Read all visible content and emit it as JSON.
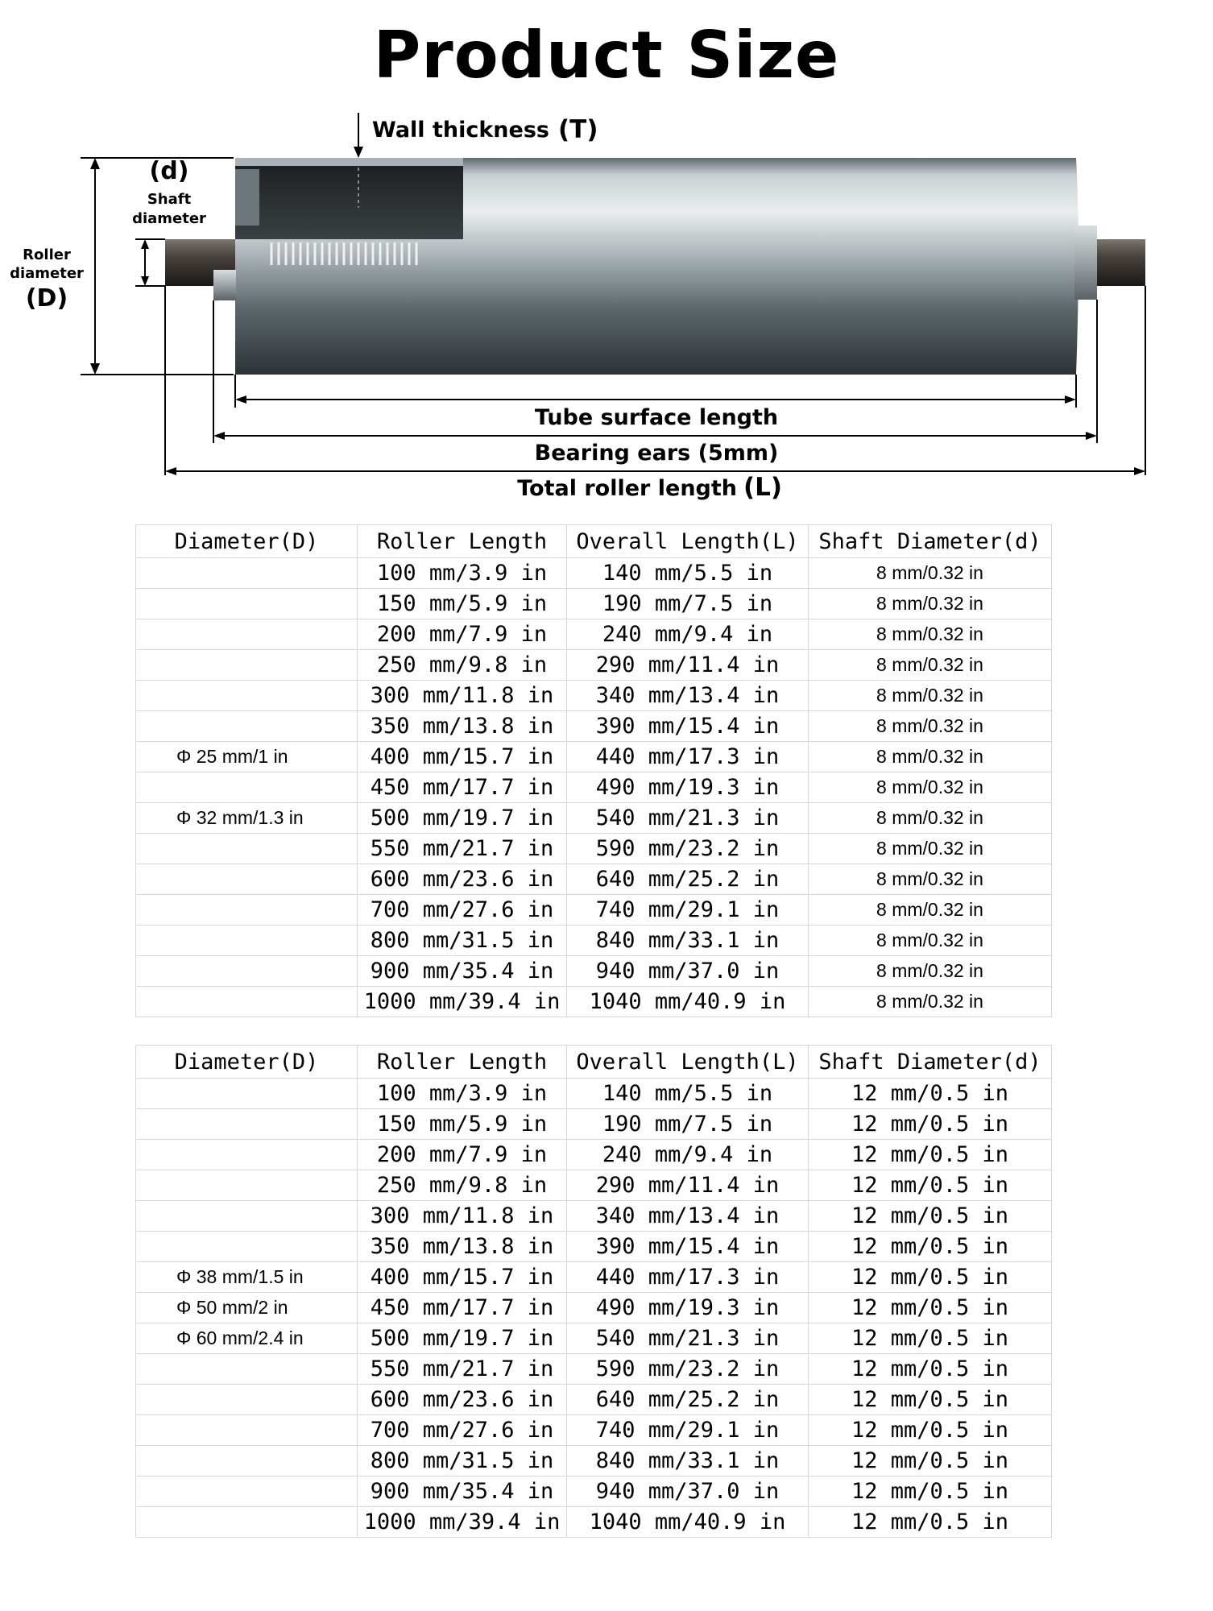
{
  "title": "Product Size",
  "diagram": {
    "wall_thickness": "Wall thickness",
    "wall_thickness_symbol": "(T)",
    "shaft_symbol": "(d)",
    "shaft_label_1": "Shaft",
    "shaft_label_2": "diameter",
    "roller_label_1": "Roller",
    "roller_label_2": "diameter",
    "roller_symbol": "(D)",
    "tube_surface": "Tube surface length",
    "bearing_ears": "Bearing ears (5mm)",
    "total_length": "Total roller length",
    "total_length_symbol": "(L)"
  },
  "table1": {
    "headers": [
      "Diameter(D)",
      "Roller Length",
      "Overall Length(L)",
      "Shaft Diameter(d)"
    ],
    "rows": [
      [
        "",
        "100 mm/3.9 in",
        "140 mm/5.5 in",
        "8 mm/0.32 in"
      ],
      [
        "",
        "150 mm/5.9 in",
        "190 mm/7.5 in",
        "8 mm/0.32 in"
      ],
      [
        "",
        "200 mm/7.9 in",
        "240 mm/9.4 in",
        "8 mm/0.32 in"
      ],
      [
        "",
        "250 mm/9.8 in",
        "290 mm/11.4 in",
        "8 mm/0.32 in"
      ],
      [
        "",
        "300 mm/11.8 in",
        "340 mm/13.4 in",
        "8 mm/0.32 in"
      ],
      [
        "",
        "350 mm/13.8 in",
        "390 mm/15.4 in",
        "8 mm/0.32 in"
      ],
      [
        "Φ 25 mm/1 in",
        "400 mm/15.7 in",
        "440 mm/17.3 in",
        "8 mm/0.32 in"
      ],
      [
        "",
        "450 mm/17.7 in",
        "490 mm/19.3 in",
        "8 mm/0.32 in"
      ],
      [
        "Φ 32 mm/1.3 in",
        "500 mm/19.7 in",
        "540 mm/21.3 in",
        "8 mm/0.32 in"
      ],
      [
        "",
        "550 mm/21.7 in",
        "590 mm/23.2 in",
        "8 mm/0.32 in"
      ],
      [
        "",
        "600 mm/23.6 in",
        "640 mm/25.2 in",
        "8 mm/0.32 in"
      ],
      [
        "",
        "700 mm/27.6 in",
        "740 mm/29.1 in",
        "8 mm/0.32 in"
      ],
      [
        "",
        "800 mm/31.5 in",
        "840 mm/33.1 in",
        "8 mm/0.32 in"
      ],
      [
        "",
        "900 mm/35.4 in",
        "940 mm/37.0 in",
        "8 mm/0.32 in"
      ],
      [
        "",
        "1000 mm/39.4 in",
        "1040 mm/40.9 in",
        "8 mm/0.32 in"
      ]
    ]
  },
  "table2": {
    "headers": [
      "Diameter(D)",
      "Roller Length",
      "Overall Length(L)",
      "Shaft Diameter(d)"
    ],
    "rows": [
      [
        "",
        "100 mm/3.9 in",
        "140 mm/5.5 in",
        "12 mm/0.5 in"
      ],
      [
        "",
        "150 mm/5.9 in",
        "190 mm/7.5 in",
        "12 mm/0.5 in"
      ],
      [
        "",
        "200 mm/7.9 in",
        "240 mm/9.4 in",
        "12 mm/0.5 in"
      ],
      [
        "",
        "250 mm/9.8 in",
        "290 mm/11.4 in",
        "12 mm/0.5 in"
      ],
      [
        "",
        "300 mm/11.8 in",
        "340 mm/13.4 in",
        "12 mm/0.5 in"
      ],
      [
        "",
        "350 mm/13.8 in",
        "390 mm/15.4 in",
        "12 mm/0.5 in"
      ],
      [
        "Φ 38 mm/1.5 in",
        "400 mm/15.7 in",
        "440 mm/17.3 in",
        "12 mm/0.5 in"
      ],
      [
        "Φ 50 mm/2 in",
        "450 mm/17.7 in",
        "490 mm/19.3 in",
        "12 mm/0.5 in"
      ],
      [
        "Φ 60 mm/2.4 in",
        "500 mm/19.7 in",
        "540 mm/21.3 in",
        "12 mm/0.5 in"
      ],
      [
        "",
        "550 mm/21.7 in",
        "590 mm/23.2 in",
        "12 mm/0.5 in"
      ],
      [
        "",
        "600 mm/23.6 in",
        "640 mm/25.2 in",
        "12 mm/0.5 in"
      ],
      [
        "",
        "700 mm/27.6 in",
        "740 mm/29.1 in",
        "12 mm/0.5 in"
      ],
      [
        "",
        "800 mm/31.5 in",
        "840 mm/33.1 in",
        "12 mm/0.5 in"
      ],
      [
        "",
        "900 mm/35.4 in",
        "940 mm/37.0 in",
        "12 mm/0.5 in"
      ],
      [
        "",
        "1000 mm/39.4 in",
        "1040 mm/40.9 in",
        "12 mm/0.5 in"
      ]
    ]
  }
}
